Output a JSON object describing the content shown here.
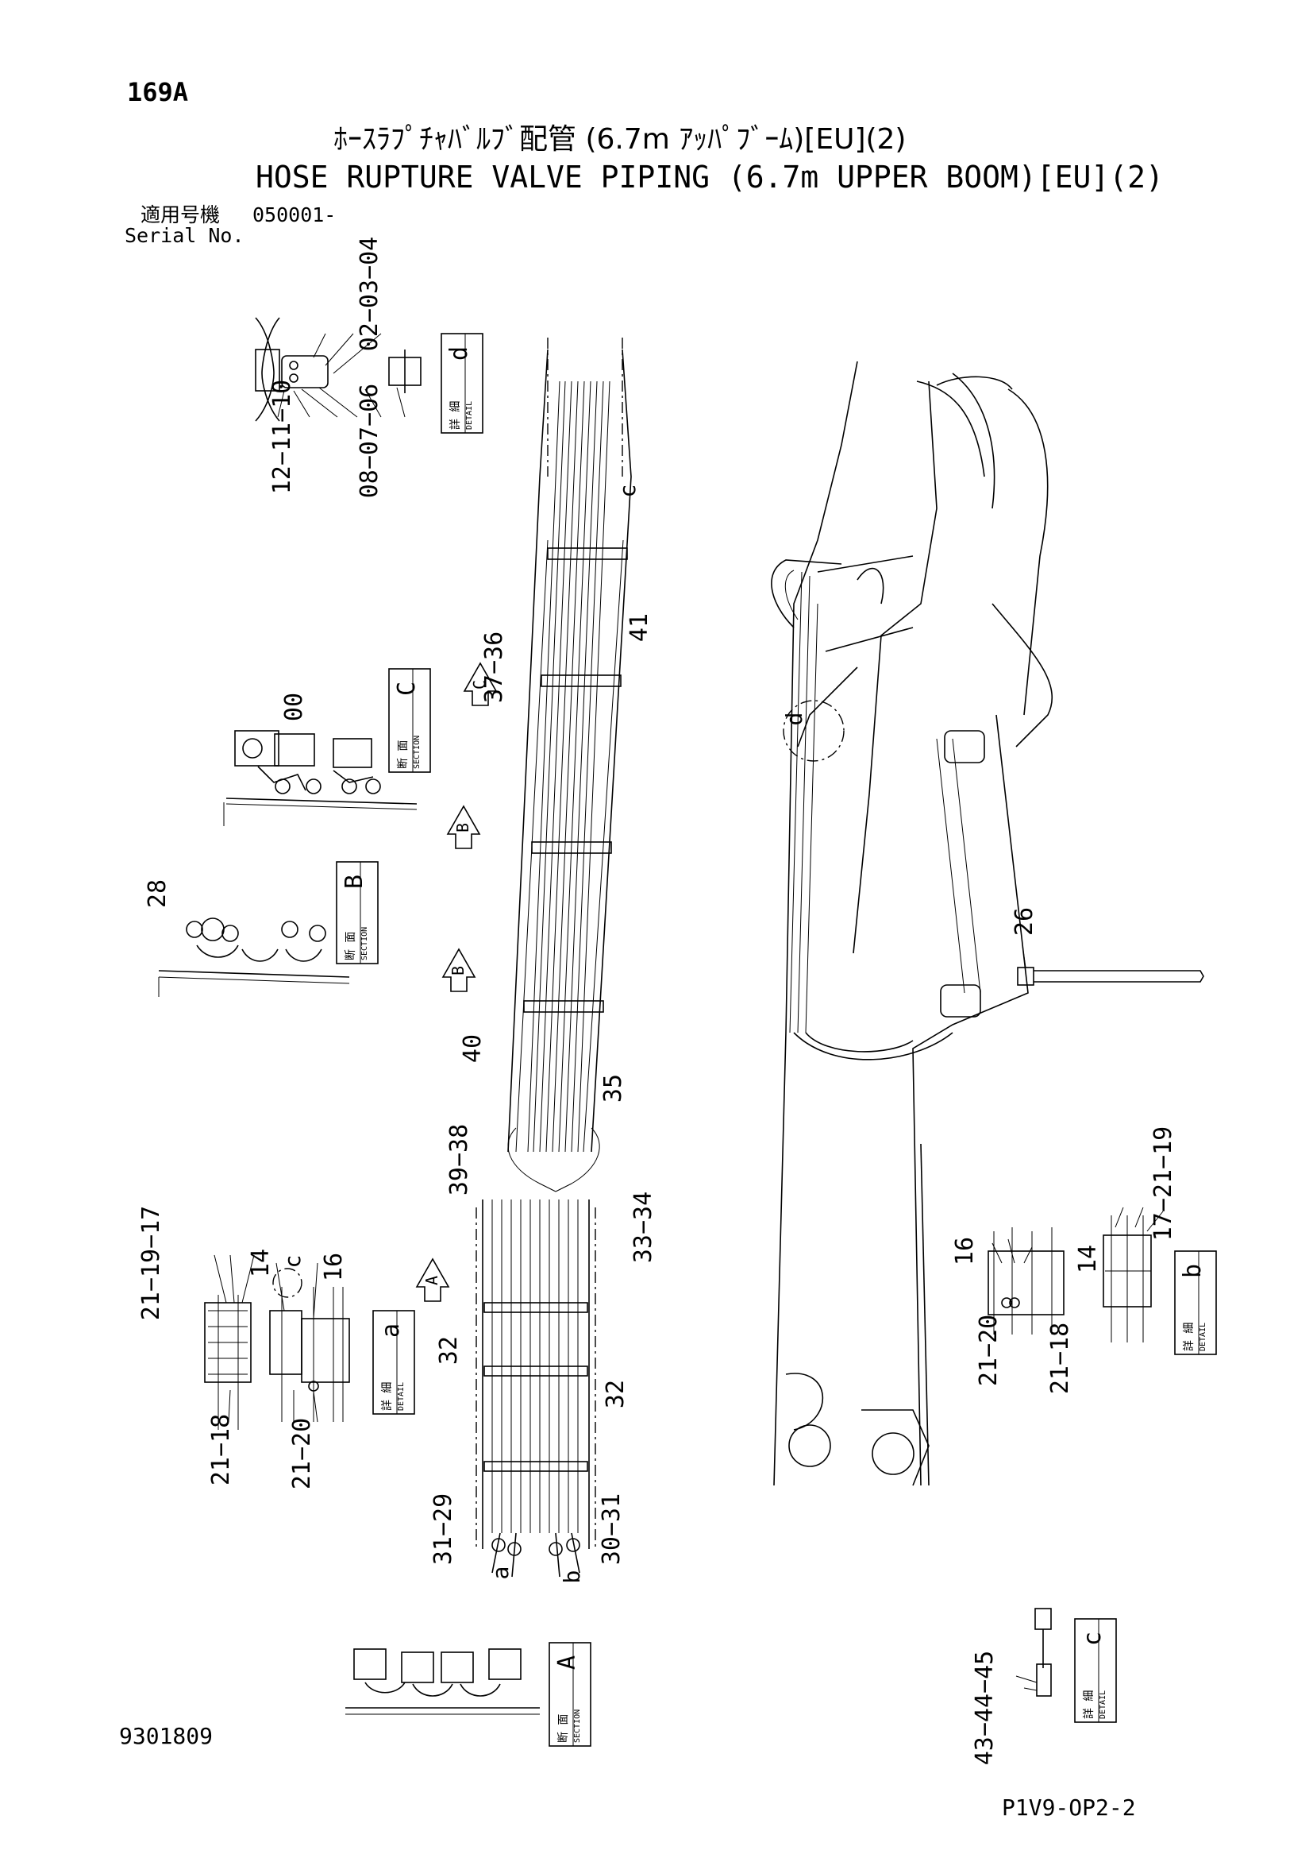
{
  "header": {
    "page_code": "169A",
    "title_ja": "ﾎｰｽﾗﾌﾟﾁｬﾊﾞﾙﾌﾞ配管 (6.7m ｱｯﾊﾟﾌﾞｰﾑ)[EU](2)",
    "title_en": "HOSE RUPTURE VALVE PIPING (6.7m UPPER BOOM)[EU](2)",
    "applicable_label": "適用号機",
    "serial_label": "Serial No.",
    "serial_value": "050001-"
  },
  "footer": {
    "doc_number": "9301809",
    "model_code": "P1V9-OP2-2"
  },
  "view_boxes": {
    "detail_d": {
      "ja": "詳 細",
      "en": "DETAIL",
      "letter": "d"
    },
    "section_c": {
      "ja": "断 面",
      "en": "SECTION",
      "letter": "C"
    },
    "section_b": {
      "ja": "断 面",
      "en": "SECTION",
      "letter": "B"
    },
    "detail_a": {
      "ja": "詳 細",
      "en": "DETAIL",
      "letter": "a"
    },
    "detail_b": {
      "ja": "詳 細",
      "en": "DETAIL",
      "letter": "b"
    },
    "section_a": {
      "ja": "断 面",
      "en": "SECTION",
      "letter": "A"
    },
    "detail_c": {
      "ja": "詳 細",
      "en": "DETAIL",
      "letter": "c"
    }
  },
  "view_arrows": [
    "C",
    "B",
    "B",
    "A"
  ],
  "callout_letters": [
    "c",
    "d",
    "c",
    "a",
    "b"
  ],
  "part_labels": {
    "d_top": "02−03−04",
    "d_bottom": "12−11−10",
    "d_bottom2": "08−07−06",
    "sec_c": "00",
    "sec_b": "28",
    "upper_37_36": "37−36",
    "p41": "41",
    "p26": "26",
    "p40": "40",
    "p35": "35",
    "p39_38": "39−38",
    "p33_34": "33−34",
    "p32a": "32",
    "p32b": "32",
    "p31_29": "31−29",
    "p30_31": "30−31",
    "da_21_19_17": "21−19−17",
    "da_14": "14",
    "da_16": "16",
    "da_21_18": "21−18",
    "da_21_20": "21−20",
    "db_16": "16",
    "db_14": "14",
    "db_17_21_19": "17−21−19",
    "db_21_20": "21−20",
    "db_21_18": "21−18",
    "dc_43_44_45": "43−44−45"
  }
}
